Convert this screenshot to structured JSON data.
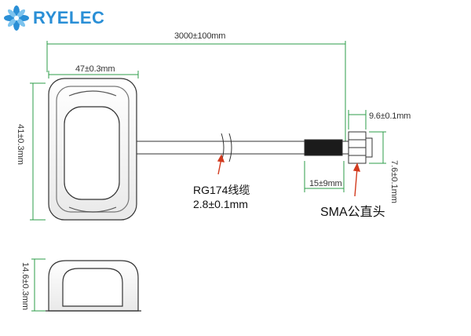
{
  "brand": {
    "name": "RYELEC",
    "accent": "#2a8fd6"
  },
  "dimensions": {
    "cable_length": "3000±100mm",
    "body_width": "47±0.3mm",
    "body_height": "41±0.3mm",
    "body_thickness": "14.6±0.3mm",
    "connector_width": "9.6±0.1mm",
    "connector_height": "7.6±0.1mm",
    "strip_length": "15±9mm"
  },
  "labels": {
    "cable_type": "RG174线缆",
    "cable_diameter": "2.8±0.1mm",
    "connector": "SMA公直头"
  },
  "colors": {
    "dimension_line": "#2e9e4a",
    "outline": "#333333",
    "arrow": "#d23a1e"
  }
}
